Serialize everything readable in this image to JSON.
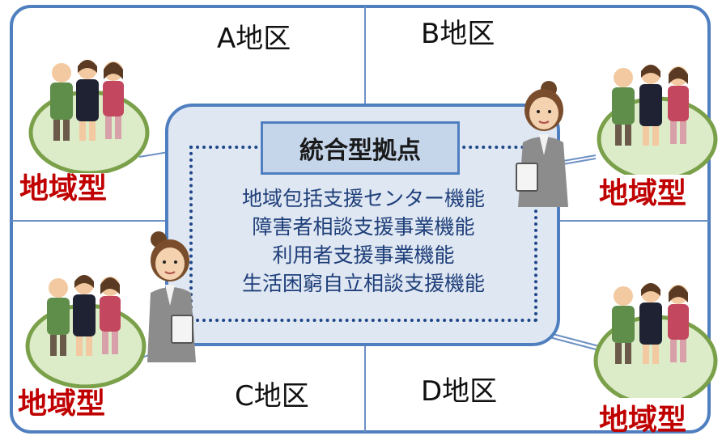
{
  "districts": {
    "a": "A地区",
    "b": "B地区",
    "c": "C地区",
    "d": "D地区"
  },
  "hub": {
    "title": "統合型拠点",
    "functions": [
      "地域包括支援センター機能",
      "障害者相談支援事業機能",
      "利用者支援事業機能",
      "生活困窮自立相談支援機能"
    ]
  },
  "communities": {
    "top_left": "地域型",
    "top_right": "地域型",
    "bottom_left": "地域型",
    "bottom_right": "地域型"
  },
  "colors": {
    "frame_border": "#4f7fbf",
    "hub_fill": "#dfe7f2",
    "title_fill": "#c5d5ea",
    "function_text": "#1f3f7a",
    "community_label": "#c00000",
    "community_ellipse_fill": "#dcebc8",
    "community_ellipse_border": "#7aa04a"
  },
  "icons": [
    "elderly-person-icon",
    "young-woman-icon",
    "woman-icon",
    "staff-woman-icon"
  ]
}
